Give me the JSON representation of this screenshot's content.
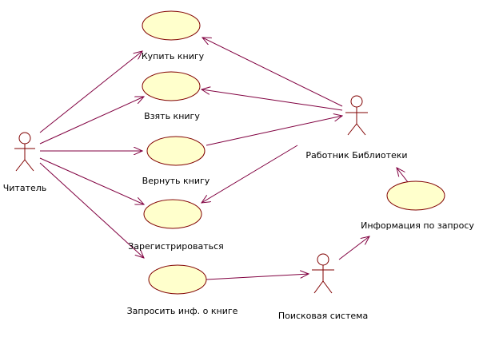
{
  "diagram": {
    "actors": {
      "reader": "Читатель",
      "librarian": "Работник Библиотеки",
      "search_system": "Поисковая система"
    },
    "use_cases": {
      "buy_book": "Купить книгу",
      "take_book": "Взять книгу",
      "return_book": "Вернуть книгу",
      "register": "Зарегистрироваться",
      "request_info": "Запросить инф. о книге",
      "query_info": "Информация по запросу"
    },
    "associations": [
      [
        "reader",
        "buy_book"
      ],
      [
        "reader",
        "take_book"
      ],
      [
        "reader",
        "return_book"
      ],
      [
        "reader",
        "register"
      ],
      [
        "reader",
        "request_info"
      ],
      [
        "librarian",
        "buy_book"
      ],
      [
        "librarian",
        "take_book"
      ],
      [
        "return_book",
        "librarian"
      ],
      [
        "librarian",
        "register"
      ],
      [
        "request_info",
        "search_system"
      ],
      [
        "search_system",
        "query_info"
      ],
      [
        "query_info",
        "librarian"
      ]
    ],
    "colors": {
      "use_case_fill": "#ffffcc",
      "outline": "#800000",
      "line": "#800040"
    }
  }
}
